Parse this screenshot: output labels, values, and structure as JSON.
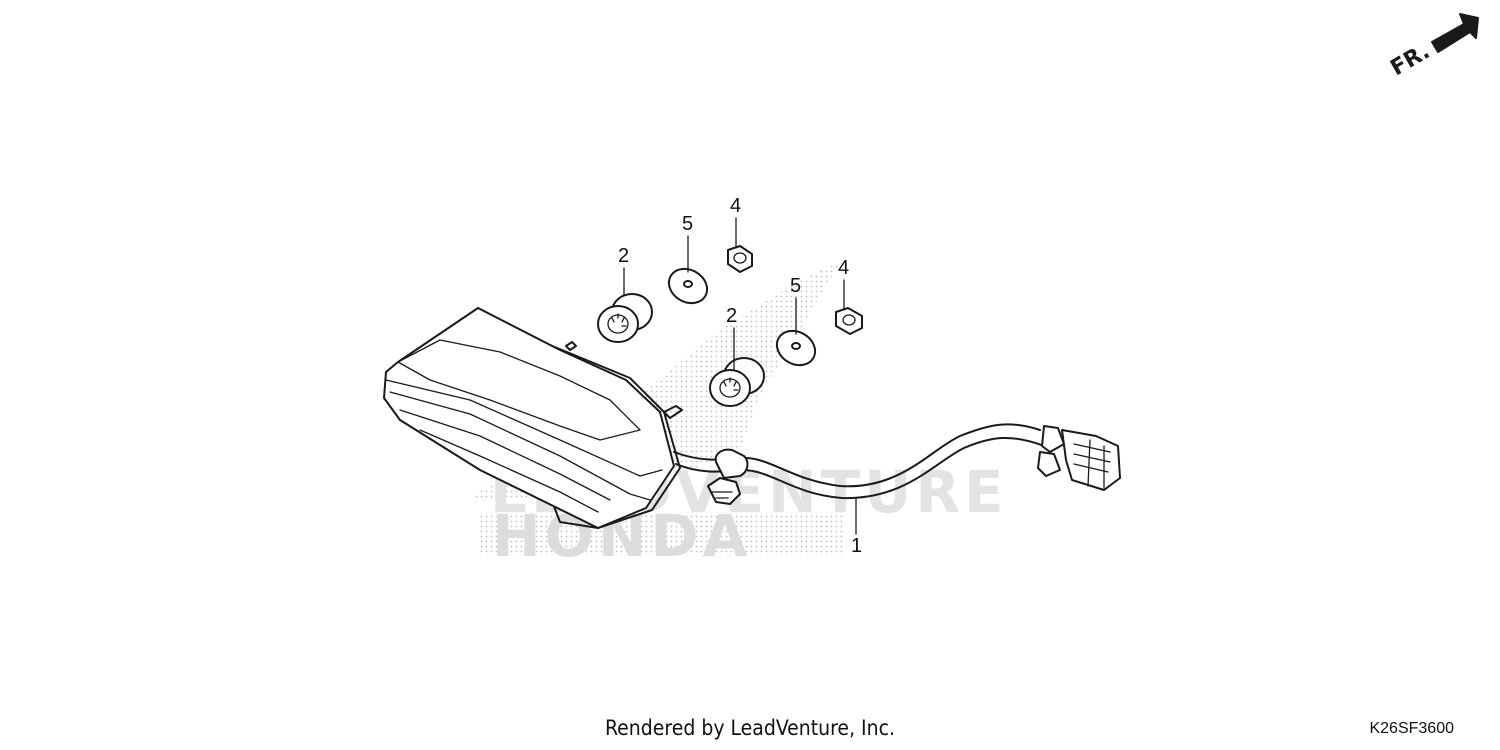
{
  "diagram": {
    "direction_label": "FR.",
    "watermark": {
      "line1": "LEADVENTURE",
      "line2": "HONDA"
    },
    "callouts": {
      "harness": "1",
      "grommet_upper": "2",
      "grommet_lower": "2",
      "nut_upper": "4",
      "nut_lower": "4",
      "washer_upper": "5",
      "washer_lower": "5"
    }
  },
  "footer": {
    "credit": "Rendered by LeadVenture, Inc.",
    "diagram_code": "K26SF3600"
  }
}
